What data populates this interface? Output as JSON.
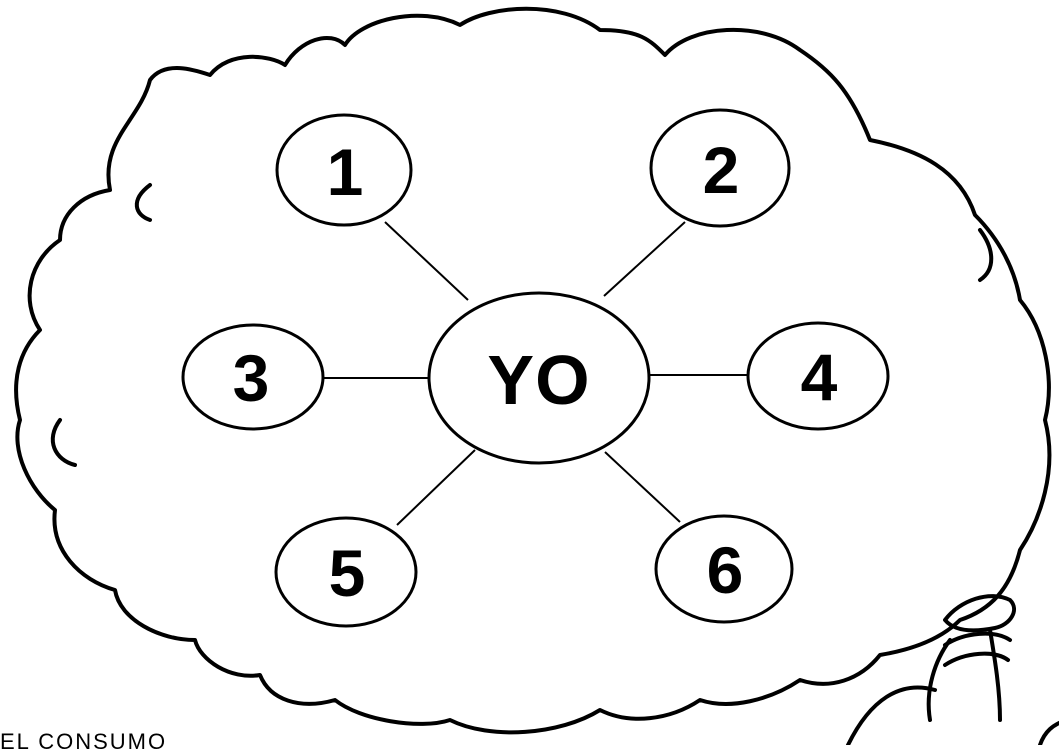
{
  "diagram": {
    "center": {
      "label": "YO"
    },
    "nodes": [
      {
        "label": "1"
      },
      {
        "label": "2"
      },
      {
        "label": "3"
      },
      {
        "label": "4"
      },
      {
        "label": "5"
      },
      {
        "label": "6"
      }
    ]
  },
  "caption": "EL CONSUMO",
  "colors": {
    "ink": "#000000",
    "background": "#ffffff"
  }
}
